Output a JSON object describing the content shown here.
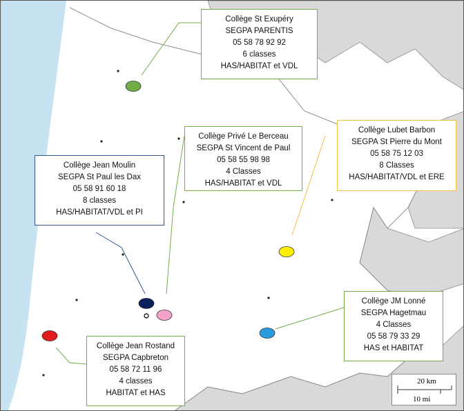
{
  "colors": {
    "sea": "#c7e3f2",
    "land": "#ffffff",
    "foreign": "#d9d9d9",
    "border": "#8c8c8c"
  },
  "schools": [
    {
      "id": "parentis",
      "lines": [
        "Collège St Exupéry",
        "SEGPA PARENTIS",
        "05 58 78 92 92",
        "6 classes",
        "HAS/HABITAT et VDL"
      ],
      "border_color": "#70ad47",
      "marker_color": "#70ad47"
    },
    {
      "id": "berceau",
      "lines": [
        "Collège Privé Le Berceau",
        "SEGPA St Vincent de Paul",
        "05 58 55 98 98",
        "4 Classes",
        "HAS/HABITAT et VDL"
      ],
      "border_color": "#70ad47",
      "marker_color": "#f4a3c8"
    },
    {
      "id": "moulin",
      "lines": [
        "Collège Jean Moulin",
        "SEGPA St Paul les Dax",
        "05 58 91 60 18",
        "8 classes",
        "HAS/HABITAT/VDL et PI"
      ],
      "border_color": "#2f5597",
      "marker_color": "#0b1f5c"
    },
    {
      "id": "lubet",
      "lines": [
        "Collège Lubet Barbon",
        "SEGPA St Pierre du Mont",
        "05 58 75 12 03",
        "8 Classes",
        "HAS/HABITAT/VDL et ERE"
      ],
      "border_color": "#f5c242",
      "marker_color": "#ffee00"
    },
    {
      "id": "lonne",
      "lines": [
        "Collège JM Lonné",
        "SEGPA Hagetmau",
        "4 Classes",
        "05 58 79 33 29",
        "HAS et HABITAT"
      ],
      "border_color": "#70ad47",
      "marker_color": "#2b9be0"
    },
    {
      "id": "rostand",
      "lines": [
        "Collège Jean Rostand",
        "SEGPA Capbreton",
        "05 58 72 11 96",
        "4 classes",
        "HABITAT et HAS"
      ],
      "border_color": "#70ad47",
      "marker_color": "#e01b1b"
    }
  ],
  "scale": {
    "km": "20 km",
    "mi": "10 mi"
  }
}
